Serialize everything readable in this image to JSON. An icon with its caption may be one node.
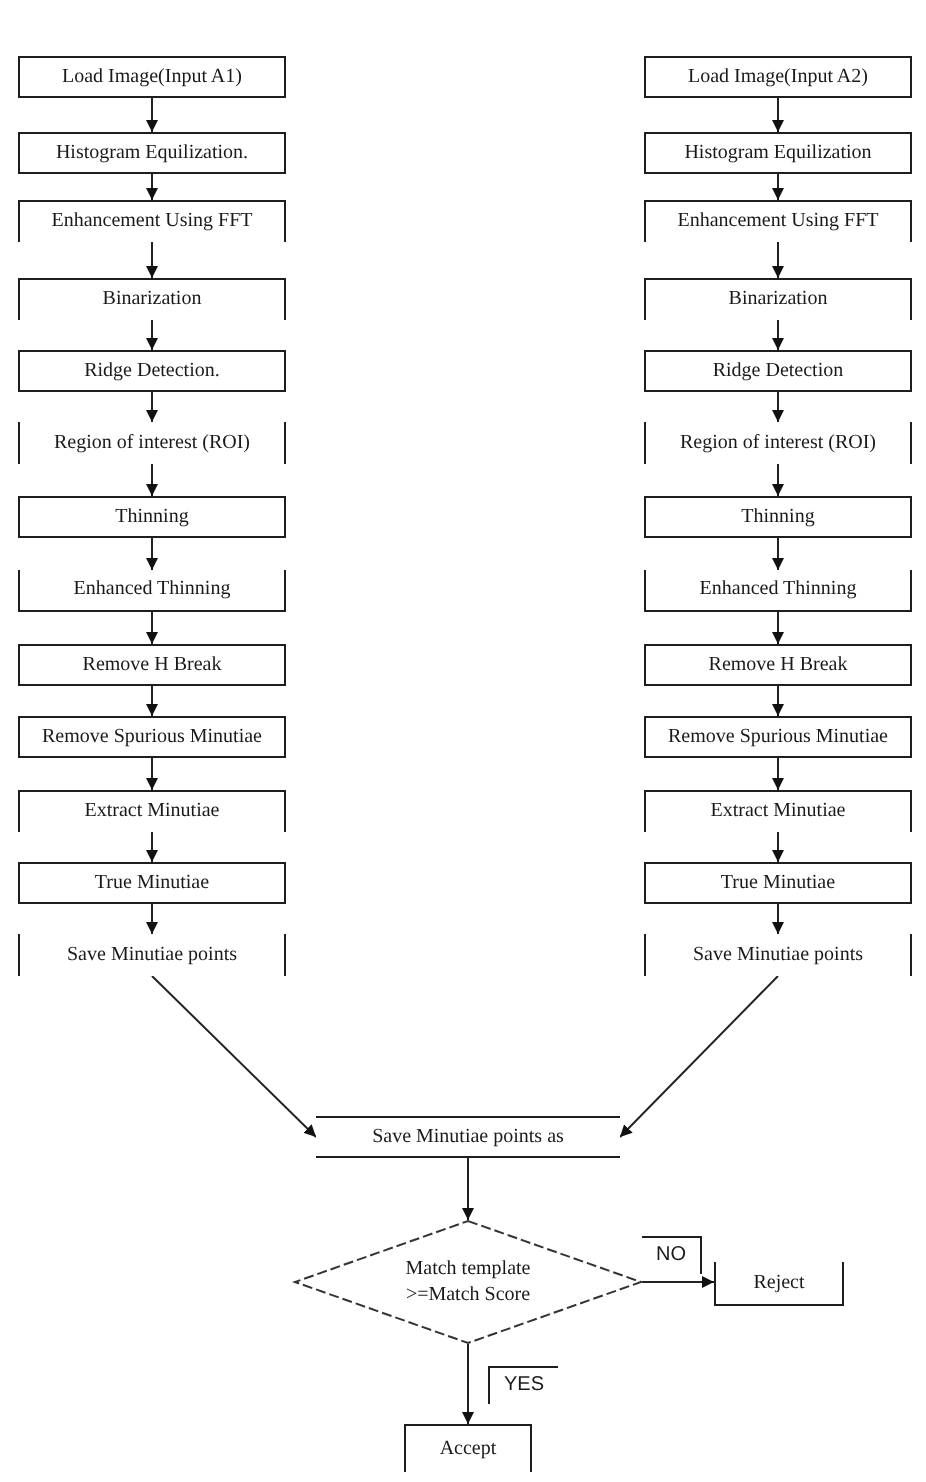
{
  "diagram": {
    "nodes": [
      {
        "text": [
          "Load Image(Input A1)"
        ]
      },
      {
        "text": [
          "Histogram Equilization."
        ]
      },
      {
        "text": [
          "Enhancement Using FFT"
        ]
      },
      {
        "text": [
          "Binarization"
        ]
      },
      {
        "text": [
          "Ridge Detection."
        ]
      },
      {
        "text": [
          "Region of interest (ROI)"
        ]
      },
      {
        "text": [
          "Thinning"
        ]
      },
      {
        "text": [
          "Enhanced Thinning"
        ]
      },
      {
        "text": [
          "Remove H Break"
        ]
      },
      {
        "text": [
          "Remove Spurious Minutiae"
        ]
      },
      {
        "text": [
          "Extract Minutiae"
        ]
      },
      {
        "text": [
          "True Minutiae"
        ]
      },
      {
        "text": [
          "Save Minutiae points"
        ]
      },
      {
        "text": [
          "Load Image(Input A2)"
        ]
      },
      {
        "text": [
          "Histogram Equilization"
        ]
      },
      {
        "text": [
          "Enhancement Using FFT"
        ]
      },
      {
        "text": [
          "Binarization"
        ]
      },
      {
        "text": [
          "Ridge Detection"
        ]
      },
      {
        "text": [
          "Region of interest (ROI)"
        ]
      },
      {
        "text": [
          "Thinning"
        ]
      },
      {
        "text": [
          "Enhanced Thinning"
        ]
      },
      {
        "text": [
          "Remove H Break"
        ]
      },
      {
        "text": [
          "Remove Spurious Minutiae"
        ]
      },
      {
        "text": [
          "Extract Minutiae"
        ]
      },
      {
        "text": [
          "True Minutiae"
        ]
      },
      {
        "text": [
          "Save Minutiae points"
        ]
      },
      {
        "text": [
          "Save Minutiae points as"
        ]
      },
      {
        "text": [
          "Match template >=Match Score"
        ]
      },
      {
        "text": [
          "Reject"
        ]
      },
      {
        "text": [
          "Accept"
        ]
      }
    ],
    "edges": [
      {
        "from": 0,
        "to": 1,
        "arrow": "to"
      },
      {
        "from": 1,
        "to": 2,
        "arrow": "to"
      },
      {
        "from": 2,
        "to": 3,
        "arrow": "to"
      },
      {
        "from": 3,
        "to": 4,
        "arrow": "to"
      },
      {
        "from": 4,
        "to": 5,
        "arrow": "to"
      },
      {
        "from": 5,
        "to": 6,
        "arrow": "to"
      },
      {
        "from": 6,
        "to": 7,
        "arrow": "to"
      },
      {
        "from": 7,
        "to": 8,
        "arrow": "to"
      },
      {
        "from": 8,
        "to": 9,
        "arrow": "to"
      },
      {
        "from": 9,
        "to": 10,
        "arrow": "to"
      },
      {
        "from": 10,
        "to": 11,
        "arrow": "to"
      },
      {
        "from": 11,
        "to": 12,
        "arrow": "to"
      },
      {
        "from": 13,
        "to": 14,
        "arrow": "to"
      },
      {
        "from": 14,
        "to": 15,
        "arrow": "to"
      },
      {
        "from": 15,
        "to": 16,
        "arrow": "to"
      },
      {
        "from": 16,
        "to": 17,
        "arrow": "to"
      },
      {
        "from": 17,
        "to": 18,
        "arrow": "to"
      },
      {
        "from": 18,
        "to": 19,
        "arrow": "to"
      },
      {
        "from": 19,
        "to": 20,
        "arrow": "to"
      },
      {
        "from": 20,
        "to": 21,
        "arrow": "to"
      },
      {
        "from": 21,
        "to": 22,
        "arrow": "to"
      },
      {
        "from": 22,
        "to": 23,
        "arrow": "to"
      },
      {
        "from": 23,
        "to": 24,
        "arrow": "to"
      },
      {
        "from": 24,
        "to": 25,
        "arrow": "to"
      },
      {
        "from": 12,
        "to": 26,
        "arrow": "to"
      },
      {
        "from": 25,
        "to": 26,
        "arrow": "to"
      },
      {
        "from": 26,
        "to": 27,
        "arrow": "to"
      },
      {
        "from": 27,
        "to": 28,
        "label": "NO",
        "arrow": "to"
      },
      {
        "from": 27,
        "to": 29,
        "label": "YES",
        "arrow": "to"
      }
    ]
  }
}
